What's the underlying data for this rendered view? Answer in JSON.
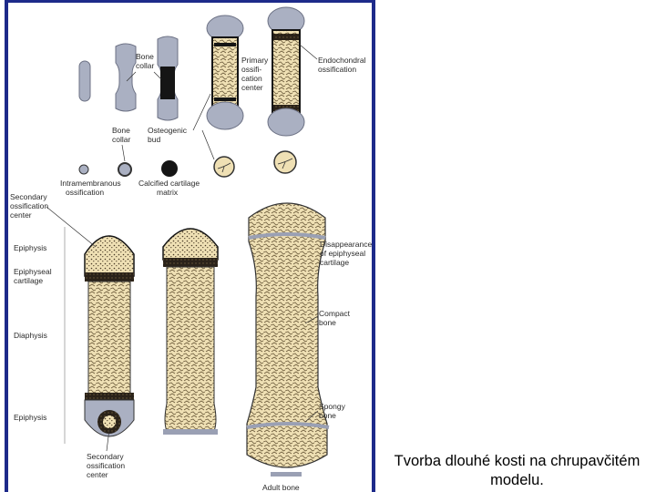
{
  "caption": {
    "line1": "Tvorba dlouhé kosti na chrupavčitém",
    "line2": "modelu."
  },
  "labels": {
    "bone_collar_1": "Bone",
    "bone_collar_1b": "collar",
    "primary_1": "Primary",
    "primary_2": "ossifi-",
    "primary_3": "cation",
    "primary_4": "center",
    "endochondral_1": "Endochondral",
    "endochondral_2": "ossification",
    "bone_collar_2": "Bone",
    "bone_collar_2b": "collar",
    "osteogenic_1": "Osteogenic",
    "osteogenic_2": "bud",
    "intramembranous_1": "Intramembranous",
    "intramembranous_2": "ossification",
    "calcified_1": "Calcified cartilage",
    "calcified_2": "matrix",
    "secondary_top_1": "Secondary",
    "secondary_top_2": "ossification",
    "secondary_top_3": "center",
    "epiphysis_top": "Epiphysis",
    "epiphyseal_cart_1": "Epiphyseal",
    "epiphyseal_cart_2": "cartilage",
    "diaphysis": "Diaphysis",
    "epiphysis_bottom": "Epiphysis",
    "secondary_bot_1": "Secondary",
    "secondary_bot_2": "ossification",
    "secondary_bot_3": "center",
    "disappearance_1": "Disappearance",
    "disappearance_2": "of epiphyseal",
    "disappearance_3": "cartilage",
    "compact_1": "Compact",
    "compact_2": "bone",
    "spongy_1": "Spongy",
    "spongy_2": "bone",
    "adult": "Adult bone"
  },
  "colors": {
    "frame": "#1d2a8a",
    "cartilage": "#aab0c2",
    "bone": "#efe0b4",
    "marrow_dark": "#1a1a1a"
  }
}
